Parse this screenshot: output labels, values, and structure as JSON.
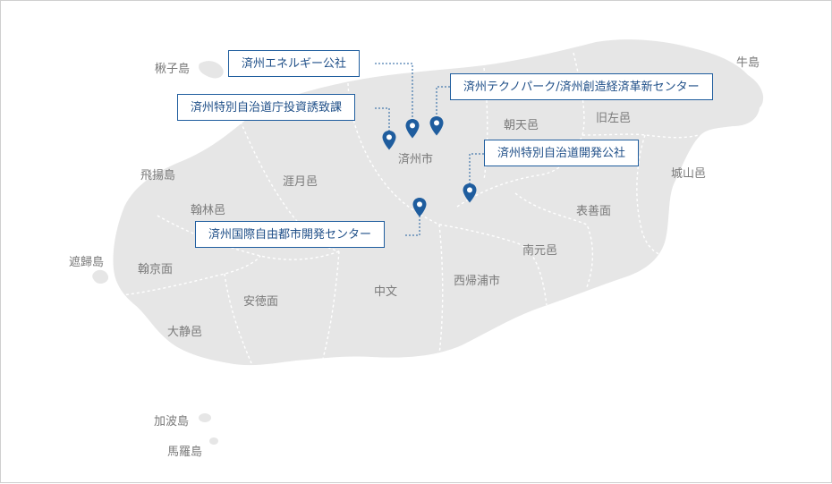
{
  "map": {
    "region_labels": {
      "jeju_city": "済州市",
      "aewol": "涯月邑",
      "hallim": "翰林邑",
      "hangyeong": "翰京面",
      "andeok": "安徳面",
      "daejeong": "大静邑",
      "jungmun": "中文",
      "seogwipo": "西帰浦市",
      "namwon": "南元邑",
      "pyoseon": "表善面",
      "seongsan": "城山邑",
      "gujwa": "旧左邑",
      "jocheon": "朝天邑"
    },
    "island_labels": {
      "chuja": "楸子島",
      "udo": "牛島",
      "biyang": "飛揚島",
      "chagwi": "遮歸島",
      "gapa": "加波島",
      "mara": "馬羅島"
    },
    "callouts": {
      "energy": "済州エネルギー公社",
      "technopark": "済州テクノパーク/済州創造経済革新センター",
      "investment": "済州特別自治道庁投資誘致課",
      "development": "済州特別自治道開発公社",
      "free_city": "済州国際自由都市開発センター"
    },
    "colors": {
      "land": "#e6e6e6",
      "border": "#ffffff",
      "accent": "#1f5d9e",
      "label_text": "#7a7a7a"
    }
  }
}
